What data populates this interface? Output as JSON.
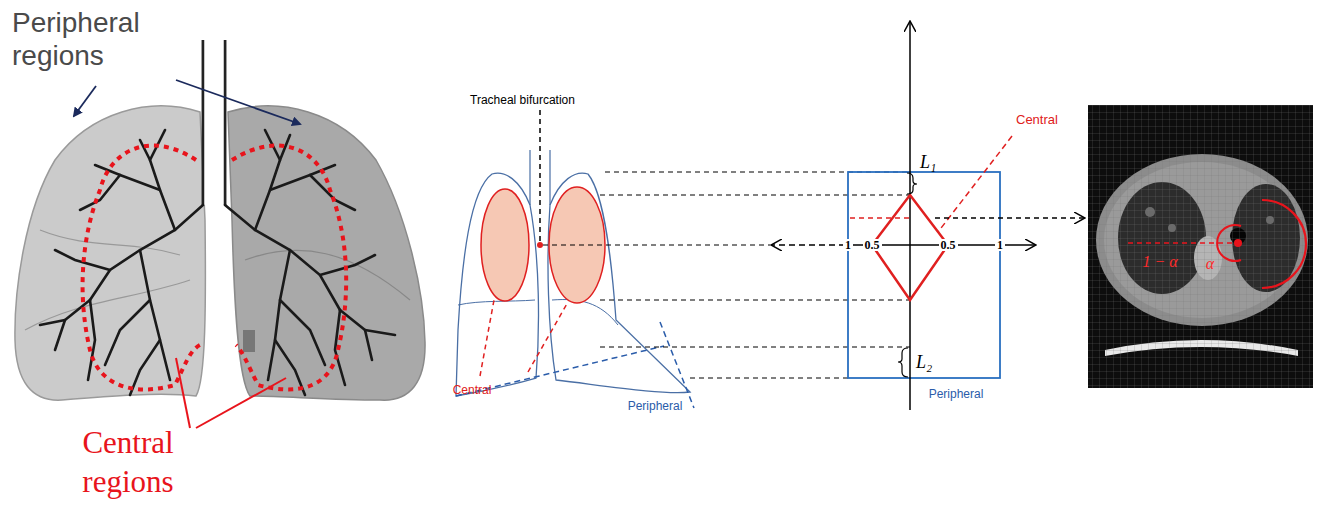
{
  "diagram": {
    "labels": [
      "Peripheral regions",
      "Central regions",
      "Tracheal bifurcation",
      "Central",
      "Peripheral",
      "L₁",
      "Central",
      "1",
      "0.5",
      "0.5",
      "1",
      "L₂",
      "Peripheral",
      "1 − α",
      "α"
    ]
  }
}
